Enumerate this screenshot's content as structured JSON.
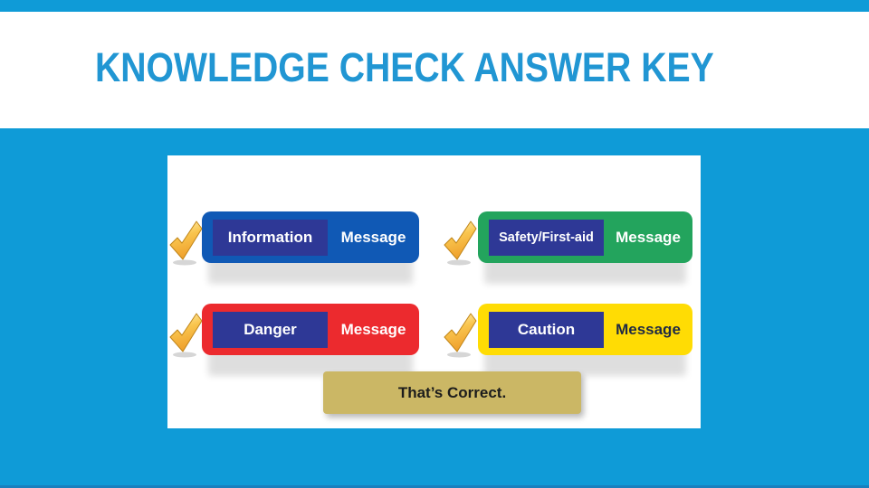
{
  "slide": {
    "title": "KNOWLEDGE CHECK ANSWER KEY"
  },
  "quiz": {
    "answers": [
      {
        "category": "Information",
        "message": "Message"
      },
      {
        "category": "Safety/First-aid",
        "message": "Message"
      },
      {
        "category": "Danger",
        "message": "Message"
      },
      {
        "category": "Caution",
        "message": "Message"
      }
    ],
    "feedback": "That’s Correct."
  },
  "icons": {
    "checkmark": "gold-checkmark-icon"
  },
  "colors": {
    "slide_background": "#0F9BD7",
    "title_text": "#2196D3",
    "information_box": "#1059B5",
    "safety_box": "#23A45D",
    "danger_box": "#EC2A2E",
    "caution_box": "#FFDC04",
    "category_tag": "#2E3896",
    "caution_message_text": "#1F2A44",
    "feedback_box": "#CBB765",
    "feedback_text": "#1C1C1C",
    "checkmark_gold": "#F6B43C"
  }
}
